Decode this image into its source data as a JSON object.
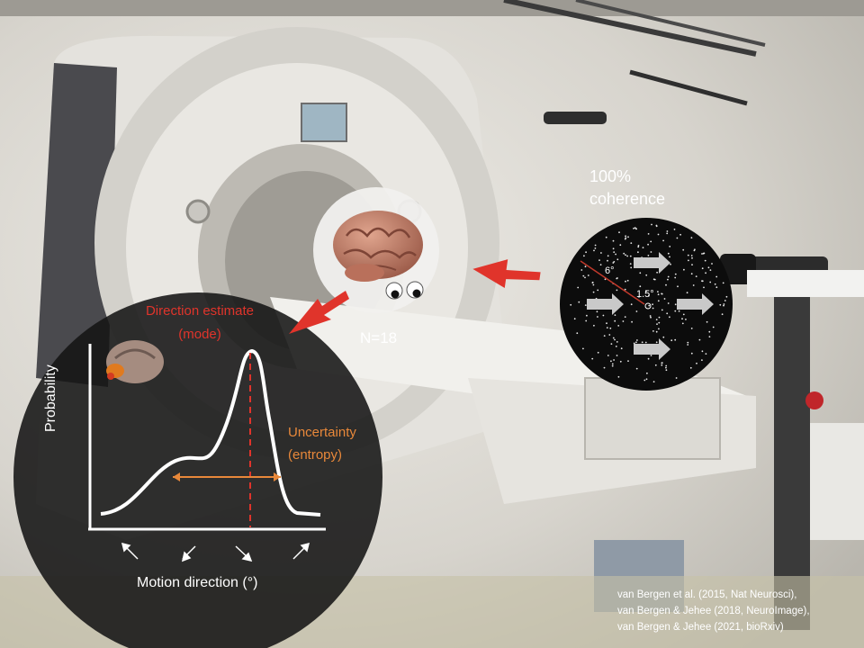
{
  "stimulus": {
    "coherence_label": "100%\ncoherence",
    "angle_outer": "6°",
    "angle_inner": "1.5°"
  },
  "participants": {
    "n_label": "N=18"
  },
  "annotations": {
    "direction_estimate": "Direction estimate\n(mode)",
    "uncertainty": "Uncertainty\n(entropy)"
  },
  "plot": {
    "ylabel": "Probability",
    "xlabel": "Motion direction (°)"
  },
  "references": "van Bergen et al. (2015, Nat Neurosci),\nvan Bergen & Jehee (2018, NeuroImage),\nvan Bergen & Jehee (2021, bioRxiv)",
  "colors": {
    "accent_red": "#e0342b",
    "uncertainty_orange": "#e8883a",
    "stimulus_bg": "#0c0c0c"
  },
  "icons": [
    "brain-icon",
    "googly-eyes-icon",
    "motion-arrow-icon",
    "mri-scanner-image"
  ]
}
